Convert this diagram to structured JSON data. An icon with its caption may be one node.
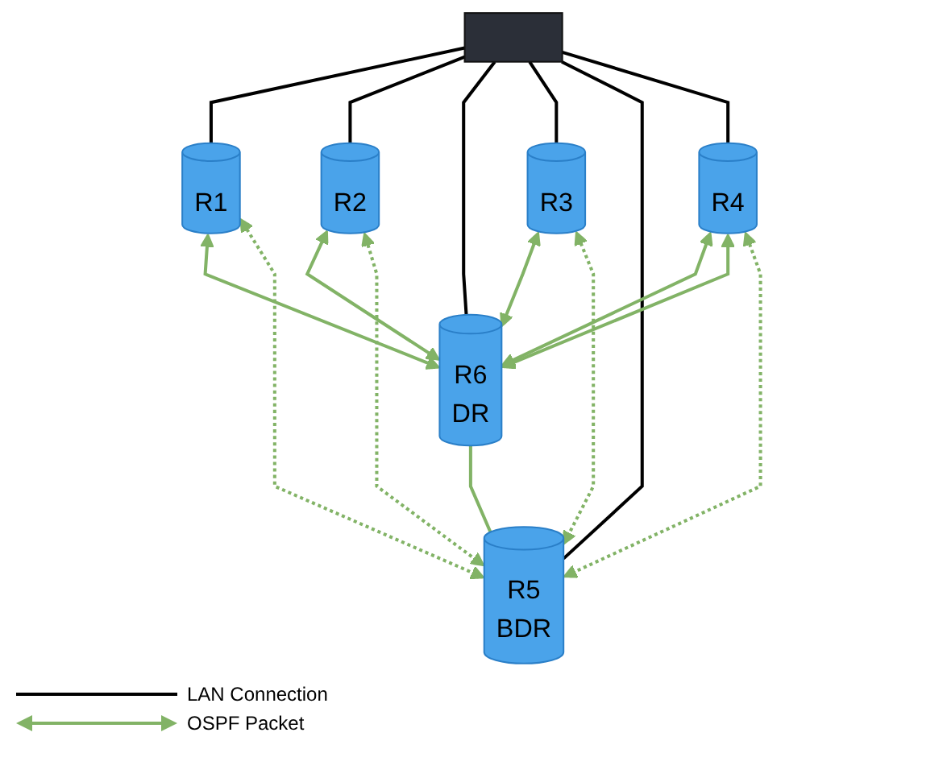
{
  "diagram": {
    "nodes": [
      {
        "text": [
          "R1"
        ]
      },
      {
        "text": [
          "R2"
        ]
      },
      {
        "text": [
          "R6",
          "DR"
        ]
      },
      {
        "text": [],
        "shape": "box"
      },
      {
        "text": [
          "R3"
        ]
      },
      {
        "text": [
          "R5",
          "BDR"
        ]
      },
      {
        "text": [
          "R4"
        ]
      }
    ],
    "edges": [
      {
        "from": 3,
        "to": 0,
        "arrow": "none",
        "color": "#000000"
      },
      {
        "from": 3,
        "to": 1,
        "arrow": "none",
        "color": "#000000"
      },
      {
        "from": 3,
        "to": 2,
        "arrow": "none",
        "color": "#000000"
      },
      {
        "from": 3,
        "to": 4,
        "arrow": "none",
        "color": "#000000"
      },
      {
        "from": 3,
        "to": 5,
        "arrow": "none",
        "color": "#000000"
      },
      {
        "from": 3,
        "to": 6,
        "arrow": "none",
        "color": "#000000"
      },
      {
        "from": 0,
        "to": 2,
        "arrow": "both"
      },
      {
        "from": 1,
        "to": 2,
        "arrow": "both"
      },
      {
        "from": 4,
        "to": 2,
        "arrow": "both"
      },
      {
        "from": 6,
        "to": 2,
        "arrow": "both"
      },
      {
        "from": 6,
        "to": 2,
        "arrow": "both"
      },
      {
        "from": 2,
        "to": 5,
        "arrow": "none"
      },
      {
        "from": 0,
        "to": 5,
        "arrow": "both",
        "style": "dashed"
      },
      {
        "from": 1,
        "to": 5,
        "arrow": "both",
        "style": "dashed"
      },
      {
        "from": 4,
        "to": 5,
        "arrow": "both",
        "style": "dashed"
      },
      {
        "from": 6,
        "to": 5,
        "arrow": "both",
        "style": "dashed"
      }
    ],
    "legend": [
      {
        "text": "LAN Connection"
      },
      {
        "text": "OSPF Packet"
      }
    ]
  }
}
